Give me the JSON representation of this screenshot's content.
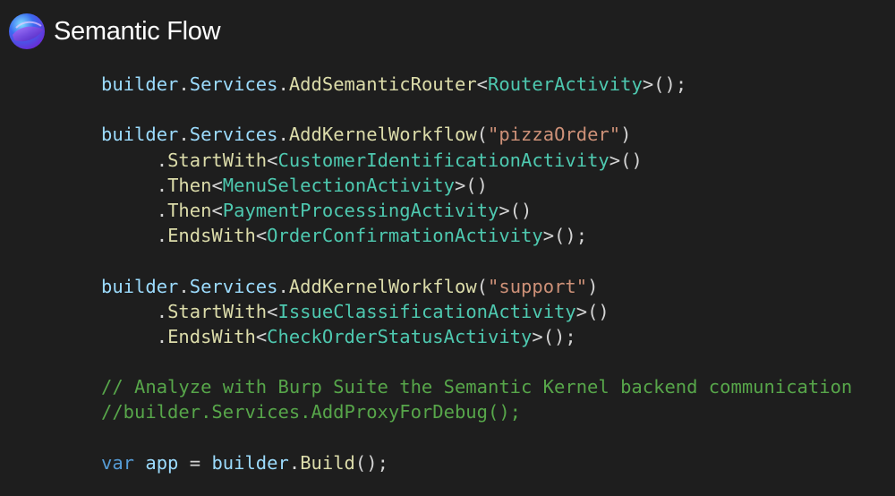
{
  "app": {
    "title": "Semantic Flow"
  },
  "colors": {
    "background": "#1e1e1e",
    "variable": "#9cdcfe",
    "method": "#dcdcaa",
    "type": "#4ec9b0",
    "string": "#ce9178",
    "punctuation": "#d4d4d4",
    "comment": "#57a64a",
    "keyword": "#569cd6"
  },
  "code_lines": [
    [
      {
        "t": "builder",
        "c": "tok-var"
      },
      {
        "t": ".",
        "c": "tok-punct"
      },
      {
        "t": "Services",
        "c": "tok-var"
      },
      {
        "t": ".",
        "c": "tok-punct"
      },
      {
        "t": "AddSemanticRouter",
        "c": "tok-method"
      },
      {
        "t": "<",
        "c": "tok-punct"
      },
      {
        "t": "RouterActivity",
        "c": "tok-type"
      },
      {
        "t": ">();",
        "c": "tok-punct"
      }
    ],
    [],
    [
      {
        "t": "builder",
        "c": "tok-var"
      },
      {
        "t": ".",
        "c": "tok-punct"
      },
      {
        "t": "Services",
        "c": "tok-var"
      },
      {
        "t": ".",
        "c": "tok-punct"
      },
      {
        "t": "AddKernelWorkflow",
        "c": "tok-method"
      },
      {
        "t": "(",
        "c": "tok-punct"
      },
      {
        "t": "\"pizzaOrder\"",
        "c": "tok-string"
      },
      {
        "t": ")",
        "c": "tok-punct"
      }
    ],
    [
      {
        "t": "     ",
        "c": "tok-ws"
      },
      {
        "t": ".",
        "c": "tok-punct"
      },
      {
        "t": "StartWith",
        "c": "tok-method"
      },
      {
        "t": "<",
        "c": "tok-punct"
      },
      {
        "t": "CustomerIdentificationActivity",
        "c": "tok-type"
      },
      {
        "t": ">()",
        "c": "tok-punct"
      }
    ],
    [
      {
        "t": "     ",
        "c": "tok-ws"
      },
      {
        "t": ".",
        "c": "tok-punct"
      },
      {
        "t": "Then",
        "c": "tok-method"
      },
      {
        "t": "<",
        "c": "tok-punct"
      },
      {
        "t": "MenuSelectionActivity",
        "c": "tok-type"
      },
      {
        "t": ">()",
        "c": "tok-punct"
      }
    ],
    [
      {
        "t": "     ",
        "c": "tok-ws"
      },
      {
        "t": ".",
        "c": "tok-punct"
      },
      {
        "t": "Then",
        "c": "tok-method"
      },
      {
        "t": "<",
        "c": "tok-punct"
      },
      {
        "t": "PaymentProcessingActivity",
        "c": "tok-type"
      },
      {
        "t": ">()",
        "c": "tok-punct"
      }
    ],
    [
      {
        "t": "     ",
        "c": "tok-ws"
      },
      {
        "t": ".",
        "c": "tok-punct"
      },
      {
        "t": "EndsWith",
        "c": "tok-method"
      },
      {
        "t": "<",
        "c": "tok-punct"
      },
      {
        "t": "OrderConfirmationActivity",
        "c": "tok-type"
      },
      {
        "t": ">();",
        "c": "tok-punct"
      }
    ],
    [],
    [
      {
        "t": "builder",
        "c": "tok-var"
      },
      {
        "t": ".",
        "c": "tok-punct"
      },
      {
        "t": "Services",
        "c": "tok-var"
      },
      {
        "t": ".",
        "c": "tok-punct"
      },
      {
        "t": "AddKernelWorkflow",
        "c": "tok-method"
      },
      {
        "t": "(",
        "c": "tok-punct"
      },
      {
        "t": "\"support\"",
        "c": "tok-string"
      },
      {
        "t": ")",
        "c": "tok-punct"
      }
    ],
    [
      {
        "t": "     ",
        "c": "tok-ws"
      },
      {
        "t": ".",
        "c": "tok-punct"
      },
      {
        "t": "StartWith",
        "c": "tok-method"
      },
      {
        "t": "<",
        "c": "tok-punct"
      },
      {
        "t": "IssueClassificationActivity",
        "c": "tok-type"
      },
      {
        "t": ">()",
        "c": "tok-punct"
      }
    ],
    [
      {
        "t": "     ",
        "c": "tok-ws"
      },
      {
        "t": ".",
        "c": "tok-punct"
      },
      {
        "t": "EndsWith",
        "c": "tok-method"
      },
      {
        "t": "<",
        "c": "tok-punct"
      },
      {
        "t": "CheckOrderStatusActivity",
        "c": "tok-type"
      },
      {
        "t": ">();",
        "c": "tok-punct"
      }
    ],
    [],
    [
      {
        "t": "// Analyze with Burp Suite the Semantic Kernel backend communication",
        "c": "tok-comment"
      }
    ],
    [
      {
        "t": "//builder.Services.AddProxyForDebug();",
        "c": "tok-comment"
      }
    ],
    [],
    [
      {
        "t": "var",
        "c": "tok-keyword"
      },
      {
        "t": " ",
        "c": "tok-ws"
      },
      {
        "t": "app",
        "c": "tok-var"
      },
      {
        "t": " = ",
        "c": "tok-punct"
      },
      {
        "t": "builder",
        "c": "tok-var"
      },
      {
        "t": ".",
        "c": "tok-punct"
      },
      {
        "t": "Build",
        "c": "tok-method"
      },
      {
        "t": "();",
        "c": "tok-punct"
      }
    ]
  ]
}
